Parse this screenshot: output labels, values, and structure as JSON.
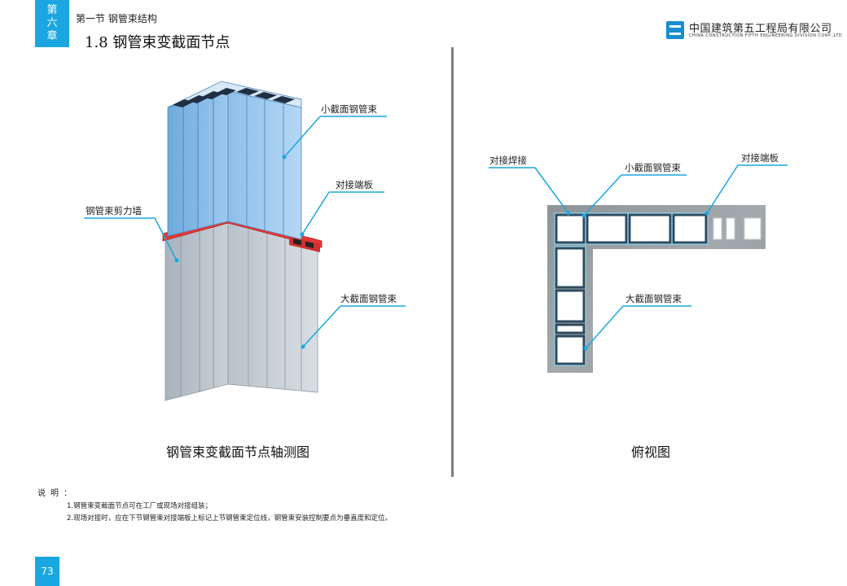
{
  "chapter": {
    "line1": "第",
    "line2": "六",
    "line3": "章"
  },
  "section_label": "第一节 钢管束结构",
  "page_title": "1.8 钢管束变截面节点",
  "company": {
    "name_cn": "中国建筑第五工程局有限公司",
    "name_en": "CHINA CONSTRUCTION FIFTH ENGINEERING DIVISION CORP.,LTD"
  },
  "left_diagram": {
    "caption": "钢管束变截面节点轴测图",
    "labels": {
      "small_section": "小截面钢管束",
      "end_plate": "对接端板",
      "shear_wall": "钢管束剪力墙",
      "large_section": "大截面钢管束"
    }
  },
  "right_diagram": {
    "caption": "俯视图",
    "labels": {
      "butt_weld": "对接焊接",
      "small_section": "小截面钢管束",
      "end_plate": "对接端板",
      "large_section": "大截面钢管束"
    }
  },
  "notes": {
    "label": "说明：",
    "items": [
      "1.钢管束变截面节点可在工厂或现场对接组装；",
      "2.现场对接时，应在下节钢管束对接端板上标记上节钢管束定位线，钢管束安装控制要点为垂直度和定位。"
    ]
  },
  "page_number": "73",
  "colors": {
    "accent": "#1aa7e1",
    "callout": "#1aa7e1",
    "end_plate": "#e53935"
  }
}
